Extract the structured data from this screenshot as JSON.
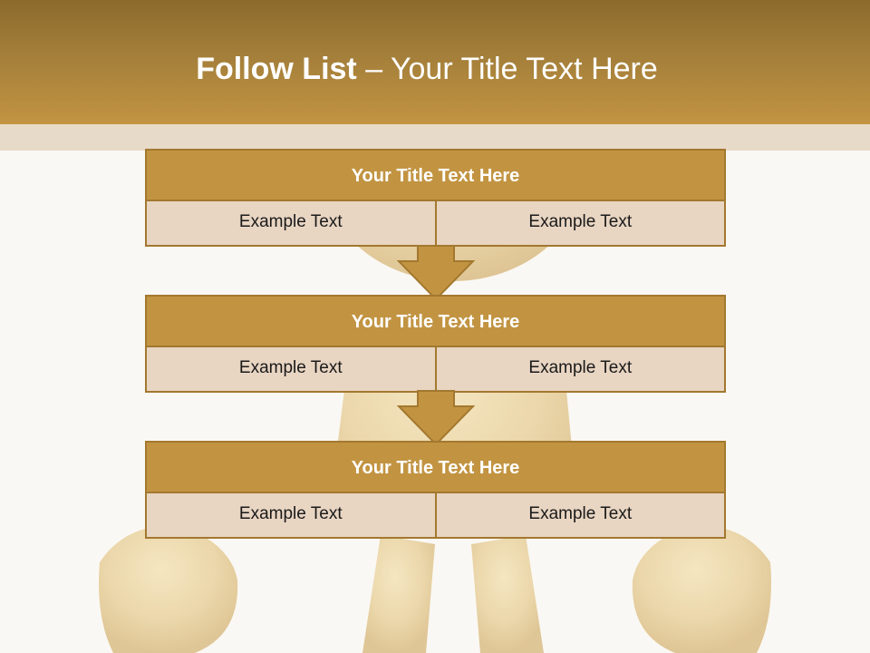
{
  "slide": {
    "title_bold": "Follow List",
    "title_rest": "– Your Title Text Here"
  },
  "colors": {
    "accent": "#c29442",
    "border": "#a3782f",
    "cell_fill": "#e8d5c2"
  },
  "blocks": [
    {
      "title": "Your Title Text Here",
      "left": "Example Text",
      "right": "Example Text"
    },
    {
      "title": "Your Title Text Here",
      "left": "Example Text",
      "right": "Example Text"
    },
    {
      "title": "Your Title Text Here",
      "left": "Example Text",
      "right": "Example Text"
    }
  ]
}
